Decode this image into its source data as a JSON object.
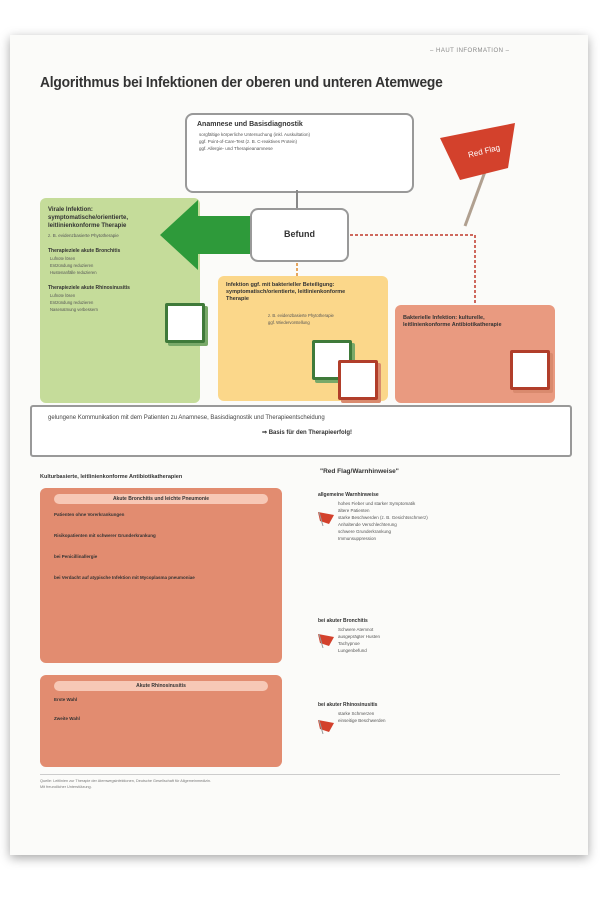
{
  "header_tag": "– HAUT INFORMATION –",
  "title": "Algorithmus bei Infektionen der oberen und unteren Atemwege",
  "anamnese": {
    "heading": "Anamnese und Basisdiagnostik",
    "items": [
      "sorgfältige körperliche Untersuchung (inkl. Auskultation)",
      "ggf. Point-of-Care-Test (z. B. C-reaktives Protein)",
      "ggf. Allergie- und Therapieanamnese"
    ]
  },
  "befund": "Befund",
  "red_flag": "Red Flag",
  "viral": {
    "heading": "Virale Infektion: symptomatische/orientierte, leitlinienkonforme Therapie",
    "sub": "z. B. evidenzbasierte Phytotherapie",
    "sections": [
      {
        "title": "Therapieziele akute Bronchitis",
        "items": [
          "Lufnote lösen",
          "Entzündung reduzieren",
          "Hustenanfälle reduzieren"
        ]
      },
      {
        "title": "Therapieziele akute Rhinosinusitis",
        "items": [
          "Lufnote lösen",
          "Entzündung reduzieren",
          "Nasenatmung verbessern"
        ]
      }
    ]
  },
  "yellow": {
    "heading": "Infektion ggf. mit bakterieller Beteiligung: symptomatisch/orientierte, leitlinienkonforme Therapie",
    "items": [
      "z. B. evidenzbasierte Phytotherapie",
      "ggf. Wiedervorstellung"
    ]
  },
  "bact": {
    "heading": "Bakterielle Infektion: kulturelle, leitlinienkonforme Antibiotikatherapie"
  },
  "kommunikation": {
    "line1": "gelungene Kommunikation mit dem Patienten zu Anamnese, Basisdiagnostik und Therapieentscheidung",
    "line2": "⇒ Basis für den Therapieerfolg!"
  },
  "left_section": "Kulturbasierte, leitlinienkonforme Antibiotikatherapien",
  "right_section": "\"Red Flag/Warnhinweise\"",
  "panel1": {
    "caption": "Akute Bronchitis und leichte Pneumonie",
    "items": [
      "Patienten ohne Vorerkrankungen",
      "Risikopatienten mit schwerer Grunderkrankung",
      "bei Penicillinallergie",
      "bei Verdacht auf atypische Infektion mit Mycoplasma pneumoniae"
    ]
  },
  "panel2": {
    "caption": "Akute Rhinosinusitis",
    "items": [
      "Erste Wahl",
      "Zweite Wahl"
    ]
  },
  "right_blocks": [
    {
      "head": "allgemeine Warnhinweise",
      "items": [
        "hohes Fieber und starker Symptomatik",
        "ältere Patienten",
        "starke Beschwerden (z. B. Gesichtsschmerz)",
        "Anhaltende Verschlechterung",
        "schwere Grunderkrankung",
        "Immunsuppression"
      ]
    },
    {
      "head": "bei akuter Bronchitis",
      "items": [
        "Schwere Atemnot",
        "ausgeprägter Husten",
        "Tachypnoe",
        "Lungenbefund"
      ]
    },
    {
      "head": "bei akuter Rhinosinusitis",
      "items": [
        "starke Schmerzen",
        "einseitige Beschwerden"
      ]
    }
  ],
  "footer": [
    "Quelle: Leitlinien zur Therapie der Atemwegsinfektionen, Deutsche Gesellschaft für Allgemeinmedizin.",
    "Mit freundlicher Unterstützung."
  ]
}
